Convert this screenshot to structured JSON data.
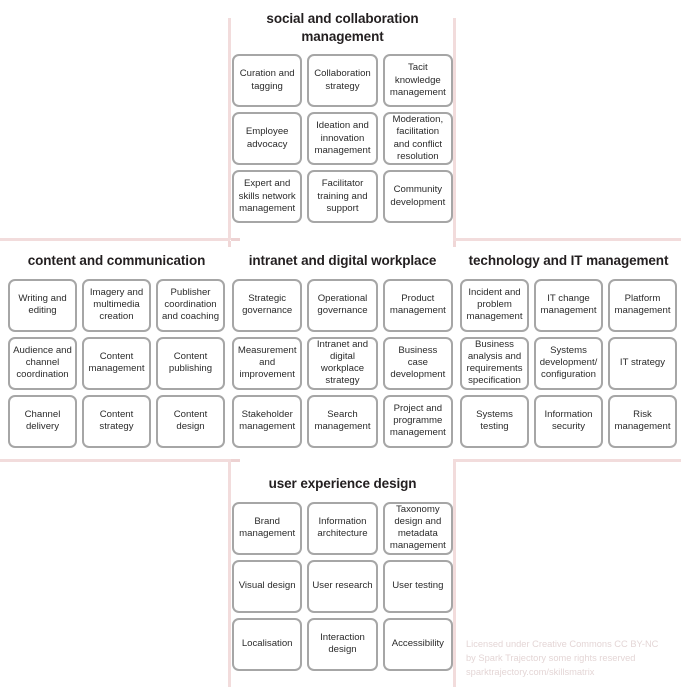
{
  "diagram": {
    "title_hidden": "digital workplace skills matrix",
    "accent_line_color": "#f2dcdc",
    "cell_border_color": "#a6a6a6",
    "title_color": "#231f20",
    "licence_color": "#e4d6d6"
  },
  "quadrants": [
    {
      "id": "social",
      "title": "social and collaboration management",
      "cells": [
        "Curation and tagging",
        "Collaboration strategy",
        "Tacit knowledge management",
        "Employee advocacy",
        "Ideation and innovation management",
        "Moderation, facilitation and conflict resolution",
        "Expert and skills network management",
        "Facilitator training and support",
        "Community development"
      ]
    },
    {
      "id": "content",
      "title": "content and communication",
      "cells": [
        "Writing and editing",
        "Imagery and multimedia creation",
        "Publisher coordination and coaching",
        "Audience and channel coordination",
        "Content management",
        "Content publishing",
        "Channel delivery",
        "Content strategy",
        "Content design"
      ]
    },
    {
      "id": "intranet",
      "title": "intranet and digital workplace",
      "cells": [
        "Strategic governance",
        "Operational governance",
        "Product management",
        "Measurement and improvement",
        "Intranet and digital workplace strategy",
        "Business case development",
        "Stakeholder management",
        "Search management",
        "Project and programme management"
      ]
    },
    {
      "id": "technology",
      "title": "technology and IT management",
      "cells": [
        "Incident and problem management",
        "IT change management",
        "Platform management",
        "Business analysis and requirements specification",
        "Systems development/ configuration",
        "IT strategy",
        "Systems testing",
        "Information security",
        "Risk management"
      ]
    },
    {
      "id": "ux",
      "title": "user experience design",
      "cells": [
        "Brand management",
        "Information architecture",
        "Taxonomy design and metadata management",
        "Visual design",
        "User research",
        "User testing",
        "Localisation",
        "Interaction design",
        "Accessibility"
      ]
    }
  ],
  "licence": {
    "line1": "Licensed under Creative Commons CC BY-NC",
    "line2": "by Spark Trajectory some rights reserved",
    "line3": "sparktrajectory.com/skillsmatrix"
  }
}
